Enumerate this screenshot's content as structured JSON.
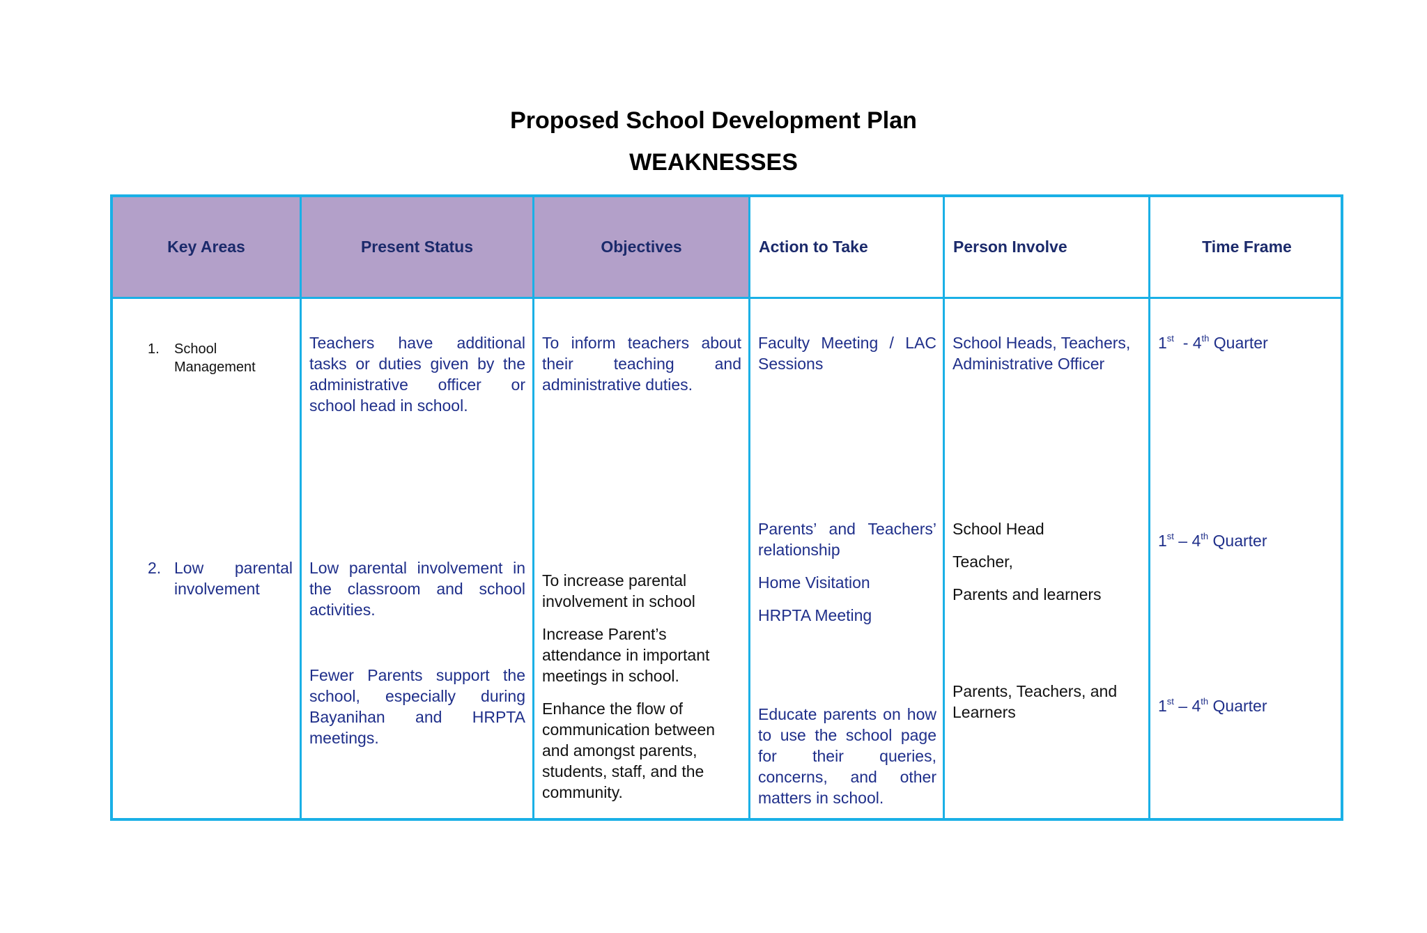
{
  "title": "Proposed School Development Plan",
  "subtitle": "WEAKNESSES",
  "headers": {
    "key_areas": "Key Areas",
    "present_status": "Present Status",
    "objectives": "Objectives",
    "action": "Action to Take",
    "person": "Person Involve",
    "time": "Time Frame"
  },
  "colors": {
    "border": "#1ab0e6",
    "header_fill": "#b3a0c9",
    "header_text": "#1b2a6b",
    "body_text": "#1f2f8a"
  },
  "row1": {
    "num": "1.",
    "key_area": "School Management",
    "status": "Teachers have additional tasks or duties given by the administrative officer or school head in school.",
    "objective": "To inform teachers about their teaching and administrative duties.",
    "action": "Faculty Meeting / LAC Sessions",
    "person": "School Heads, Teachers, Administrative Officer",
    "time": {
      "start": "1",
      "start_sup": "st",
      "sep": "  - 4",
      "end_sup": "th",
      "label": " Quarter"
    }
  },
  "row2": {
    "num": "2.",
    "key_area": "Low parental involvement",
    "status_a": "Low parental involvement in the classroom and school activities.",
    "status_b": "Fewer Parents support the school, especially during Bayanihan and HRPTA meetings.",
    "objective_a": "To increase parental involvement in school",
    "objective_b": "Increase Parent’s attendance in important meetings in school.",
    "objective_c": "Enhance the flow of communication between and amongst parents, students, staff, and the community.",
    "action_a": "Parents’ and Teachers’ relationship",
    "action_b": "Home Visitation",
    "action_c": "HRPTA Meeting",
    "action_d": "Educate parents on how to use the school page for their queries, concerns, and other matters in school.",
    "person_a": "School Head",
    "person_b": "Teacher,",
    "person_c": "Parents and learners",
    "person_d": "Parents, Teachers, and Learners",
    "time_a": {
      "start": "1",
      "start_sup": "st",
      "sep": " – 4",
      "end_sup": "th",
      "label": " Quarter"
    },
    "time_b": {
      "start": "1",
      "start_sup": "st",
      "sep": " – 4",
      "end_sup": "th",
      "label": " Quarter"
    }
  }
}
